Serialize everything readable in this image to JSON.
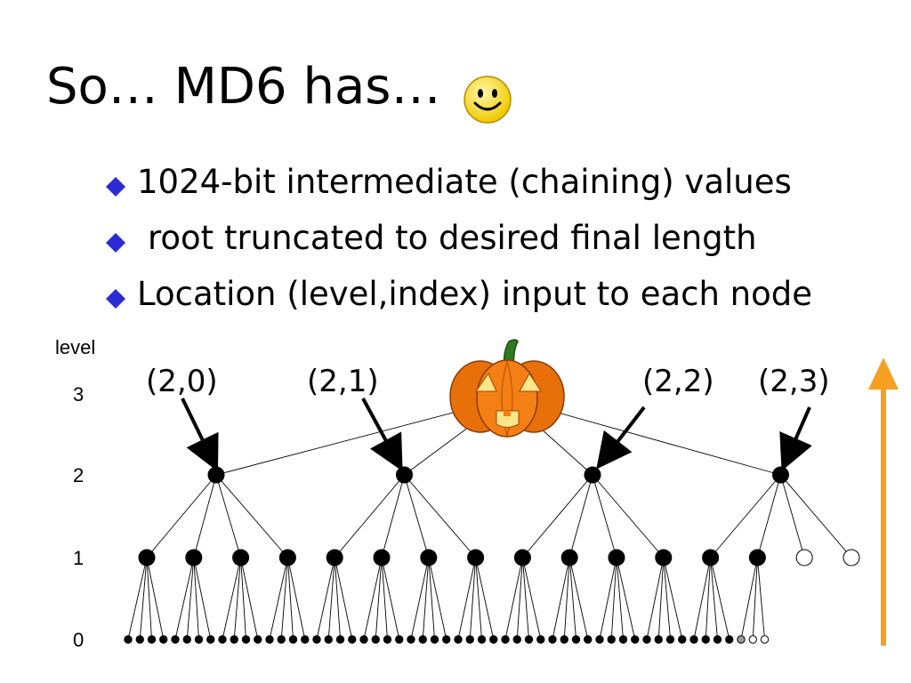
{
  "slide": {
    "title": "So… MD6 has…",
    "bullets": [
      {
        "text": "1024-bit intermediate (chaining) values"
      },
      {
        "text": "root truncated to desired final length"
      },
      {
        "text": "Location (level,index) input to each node"
      }
    ]
  },
  "icons": {
    "title_icon": "smiley-face-icon",
    "root_icon": "jack-o-lantern-icon",
    "bullet_icon": "diamond-icon",
    "direction_icon": "up-arrow-icon"
  },
  "level_axis": {
    "header": "level",
    "labels": [
      "3",
      "2",
      "1",
      "0"
    ]
  },
  "node_labels": [
    "(2,0)",
    "(2,1)",
    "(2,2)",
    "(2,3)"
  ],
  "tree": {
    "level2_nodes": 4,
    "level1_filled": 14,
    "level1_empty": 2,
    "level0_filled": 52,
    "level0_gray": 1,
    "level0_empty": 2
  },
  "colors": {
    "bullet": "#2b2bd6",
    "arrow": "#f5a020",
    "pumpkin": "#f27a10",
    "smiley": "#ffe84a"
  }
}
